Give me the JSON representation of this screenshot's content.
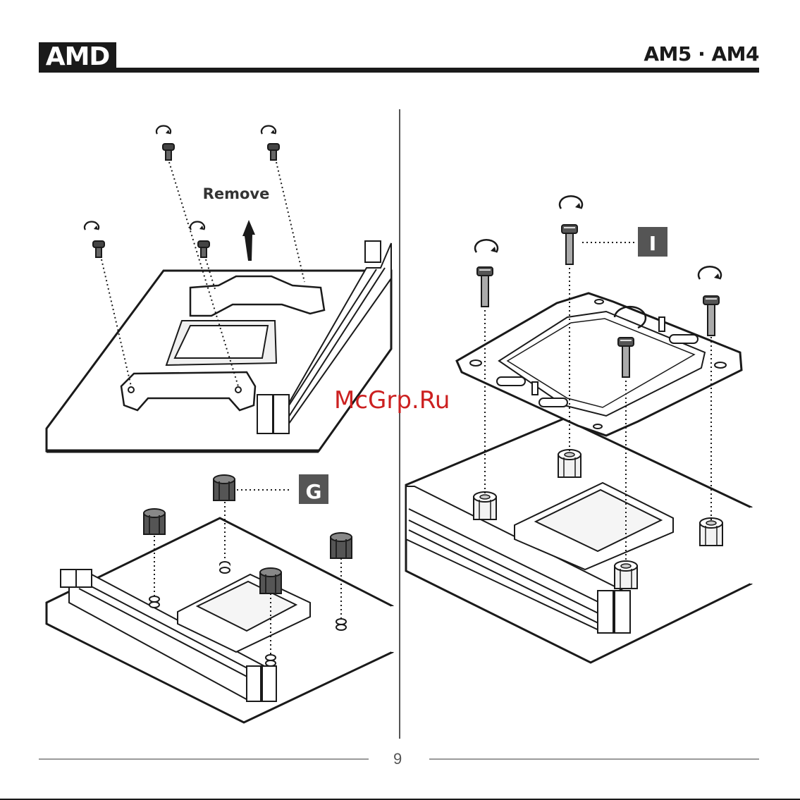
{
  "header": {
    "brand_label": "AMD",
    "socket_label": "AM5 · AM4"
  },
  "steps": {
    "remove_label": "Remove",
    "label_g": "G",
    "label_i": "I"
  },
  "watermark": "McGrp.Ru",
  "footer": {
    "page_number": "9"
  },
  "colors": {
    "ink": "#1a1a1a",
    "callout_box": "#555555",
    "watermark": "#cc2020"
  }
}
